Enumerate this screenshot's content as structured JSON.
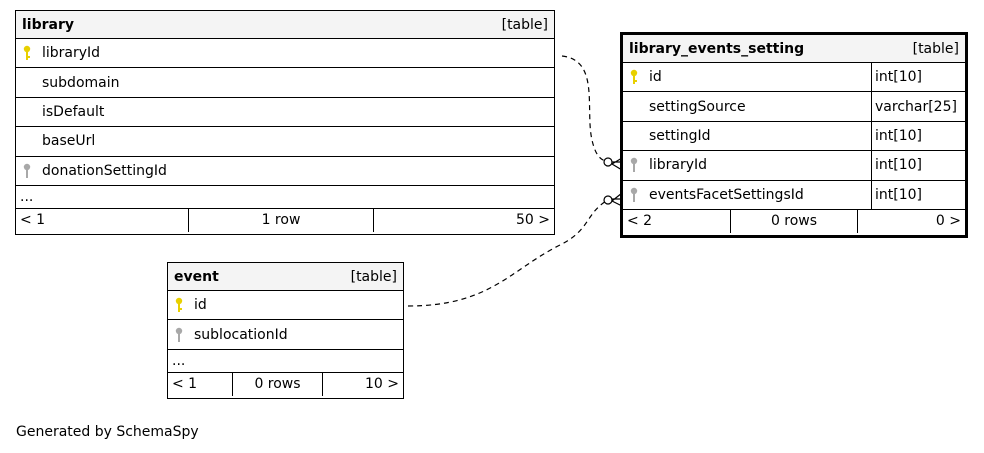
{
  "tables": {
    "library": {
      "name": "library",
      "kind": "[table]",
      "columns": [
        "libraryId",
        "subdomain",
        "isDefault",
        "baseUrl",
        "donationSettingId"
      ],
      "ellipsis": "...",
      "footer": {
        "prev": "< 1",
        "rows": "1 row",
        "next": "50 >"
      }
    },
    "library_events_setting": {
      "name": "library_events_setting",
      "kind": "[table]",
      "columns": [
        {
          "name": "id",
          "type": "int[10]"
        },
        {
          "name": "settingSource",
          "type": "varchar[25]"
        },
        {
          "name": "settingId",
          "type": "int[10]"
        },
        {
          "name": "libraryId",
          "type": "int[10]"
        },
        {
          "name": "eventsFacetSettingsId",
          "type": "int[10]"
        }
      ],
      "footer": {
        "prev": "< 2",
        "rows": "0 rows",
        "next": "0 >"
      }
    },
    "event": {
      "name": "event",
      "kind": "[table]",
      "columns": [
        "id",
        "sublocationId"
      ],
      "ellipsis": "...",
      "footer": {
        "prev": "< 1",
        "rows": "0 rows",
        "next": "10 >"
      }
    }
  },
  "key_icons": {
    "primary": "primary-key-icon",
    "foreign": "foreign-key-icon"
  },
  "colors": {
    "primary_key": "#e8d000",
    "foreign_key": "#a8a8a8",
    "header_bg": "#f4f4f4"
  },
  "credit": "Generated by SchemaSpy"
}
